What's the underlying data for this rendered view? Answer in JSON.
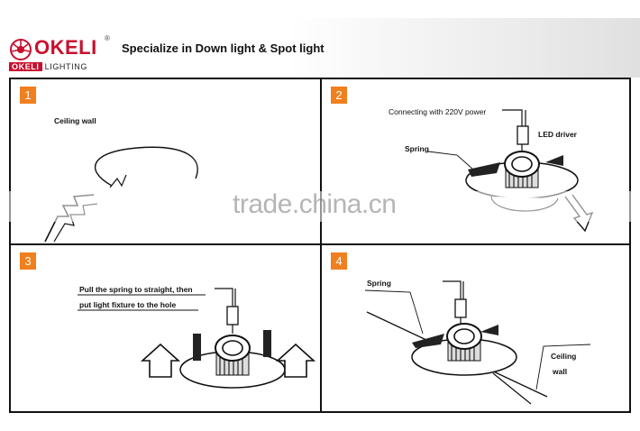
{
  "header": {
    "logo_word": "OKELI",
    "logo_sub_brand": "OKELI",
    "logo_sub_text": "LIGHTING",
    "logo_registered": "®",
    "tagline": "Specialize in Down light & Spot light"
  },
  "panels": [
    {
      "number": "1",
      "labels": {
        "ceiling": "Ceiling wall"
      }
    },
    {
      "number": "2",
      "labels": {
        "power": "Connecting with 220V power",
        "driver": "LED driver",
        "spring": "Spring"
      }
    },
    {
      "number": "3",
      "labels": {
        "line1": "Pull the spring to straight, then",
        "line2": "put light fixture to the hole"
      }
    },
    {
      "number": "4",
      "labels": {
        "spring": "Spring",
        "ceiling1": "Ceiling",
        "ceiling2": "wall"
      }
    }
  ],
  "watermark": "trade.china.cn",
  "colors": {
    "badge": "#f07f1e",
    "brand_red": "#c8102e",
    "line": "#111111"
  }
}
